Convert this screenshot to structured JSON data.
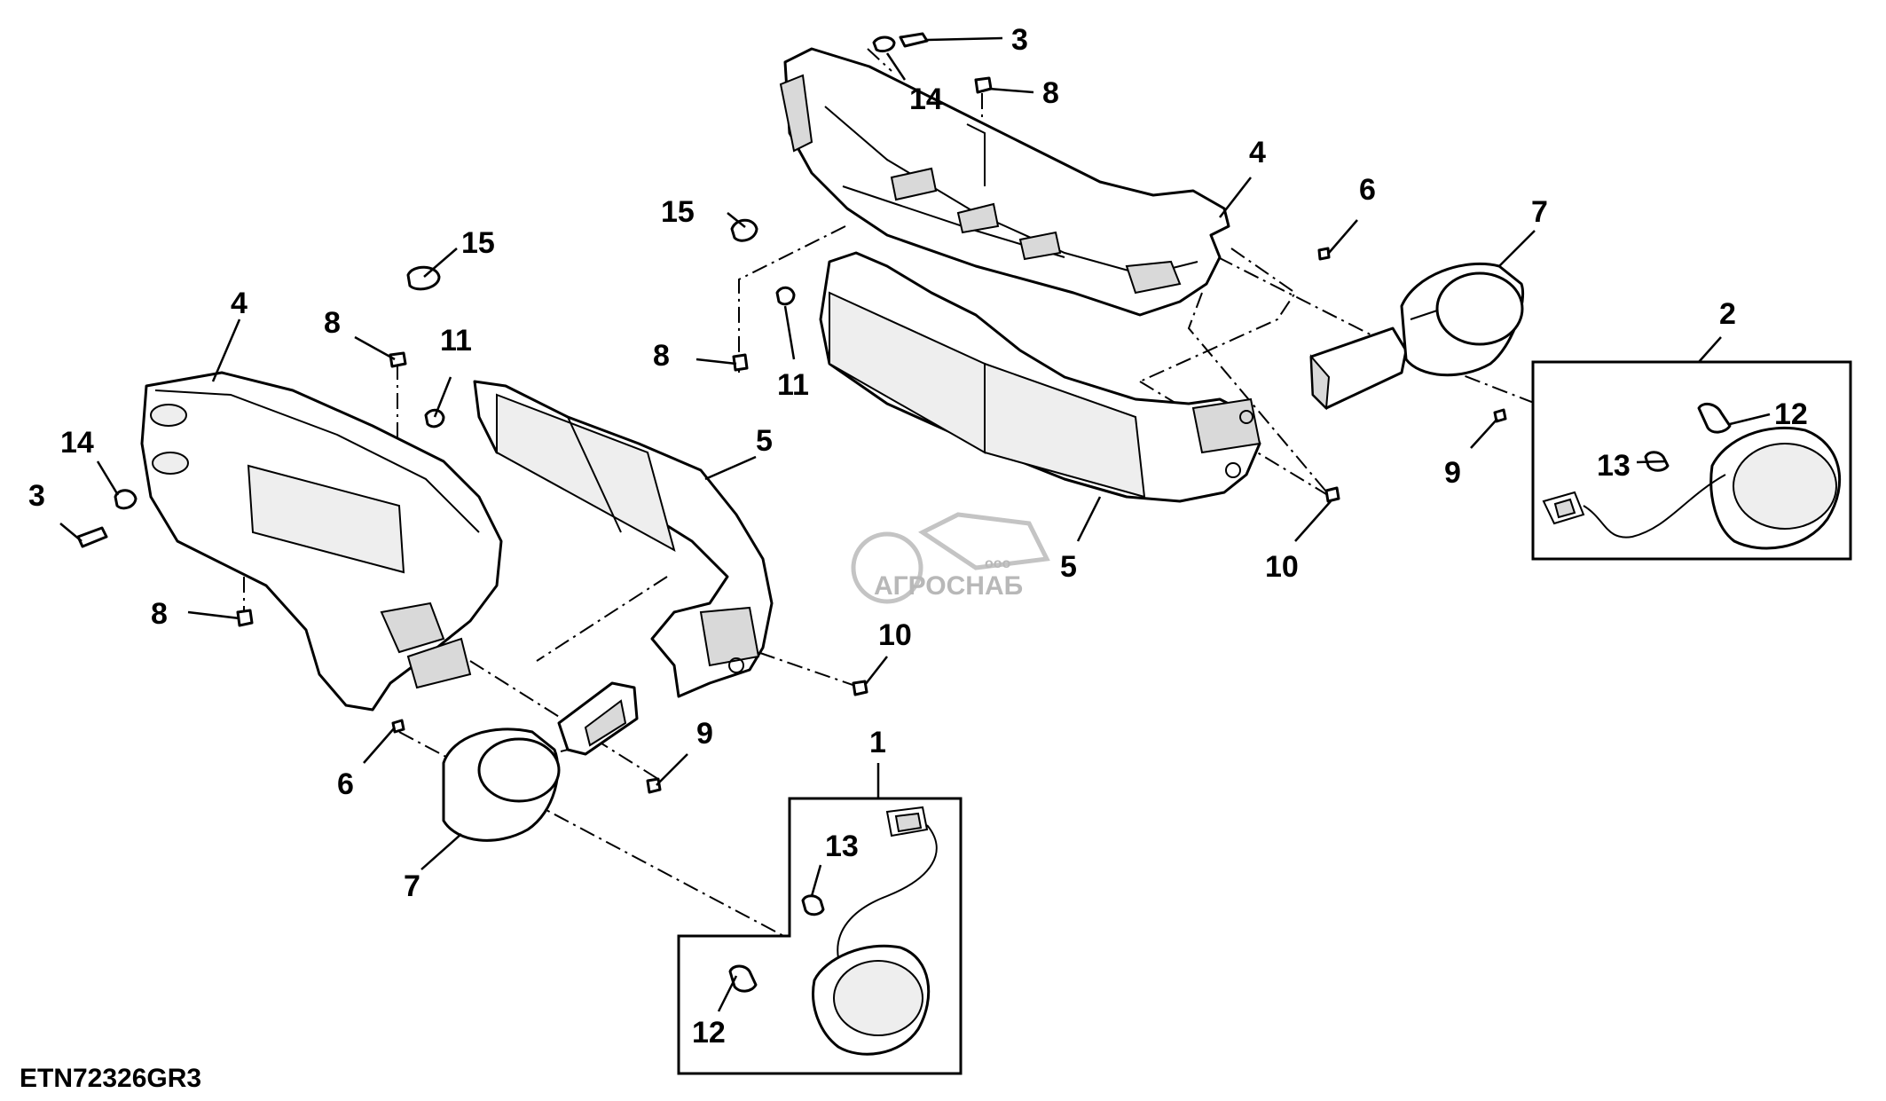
{
  "figure_id": "ETN72326GR3",
  "watermark": {
    "small": "ооо",
    "brand": "АГРОСНАБ"
  },
  "callouts": [
    {
      "id": "c-3-top",
      "label": "3"
    },
    {
      "id": "c-14-top",
      "label": "14"
    },
    {
      "id": "c-8-top",
      "label": "8"
    },
    {
      "id": "c-4-top",
      "label": "4"
    },
    {
      "id": "c-6-right",
      "label": "6"
    },
    {
      "id": "c-7-right",
      "label": "7"
    },
    {
      "id": "c-2",
      "label": "2"
    },
    {
      "id": "c-12-right",
      "label": "12"
    },
    {
      "id": "c-13-right",
      "label": "13"
    },
    {
      "id": "c-9-right",
      "label": "9"
    },
    {
      "id": "c-10-right",
      "label": "10"
    },
    {
      "id": "c-5-center",
      "label": "5"
    },
    {
      "id": "c-15-mid",
      "label": "15"
    },
    {
      "id": "c-8-mid",
      "label": "8"
    },
    {
      "id": "c-11-mid",
      "label": "11"
    },
    {
      "id": "c-15-left",
      "label": "15"
    },
    {
      "id": "c-4-left",
      "label": "4"
    },
    {
      "id": "c-8-left",
      "label": "8"
    },
    {
      "id": "c-11-left",
      "label": "11"
    },
    {
      "id": "c-14-left",
      "label": "14"
    },
    {
      "id": "c-3-left",
      "label": "3"
    },
    {
      "id": "c-5-left",
      "label": "5"
    },
    {
      "id": "c-8-bottom",
      "label": "8"
    },
    {
      "id": "c-10-left",
      "label": "10"
    },
    {
      "id": "c-9-left",
      "label": "9"
    },
    {
      "id": "c-6-left",
      "label": "6"
    },
    {
      "id": "c-7-left",
      "label": "7"
    },
    {
      "id": "c-1",
      "label": "1"
    },
    {
      "id": "c-13-left",
      "label": "13"
    },
    {
      "id": "c-12-left",
      "label": "12"
    }
  ]
}
